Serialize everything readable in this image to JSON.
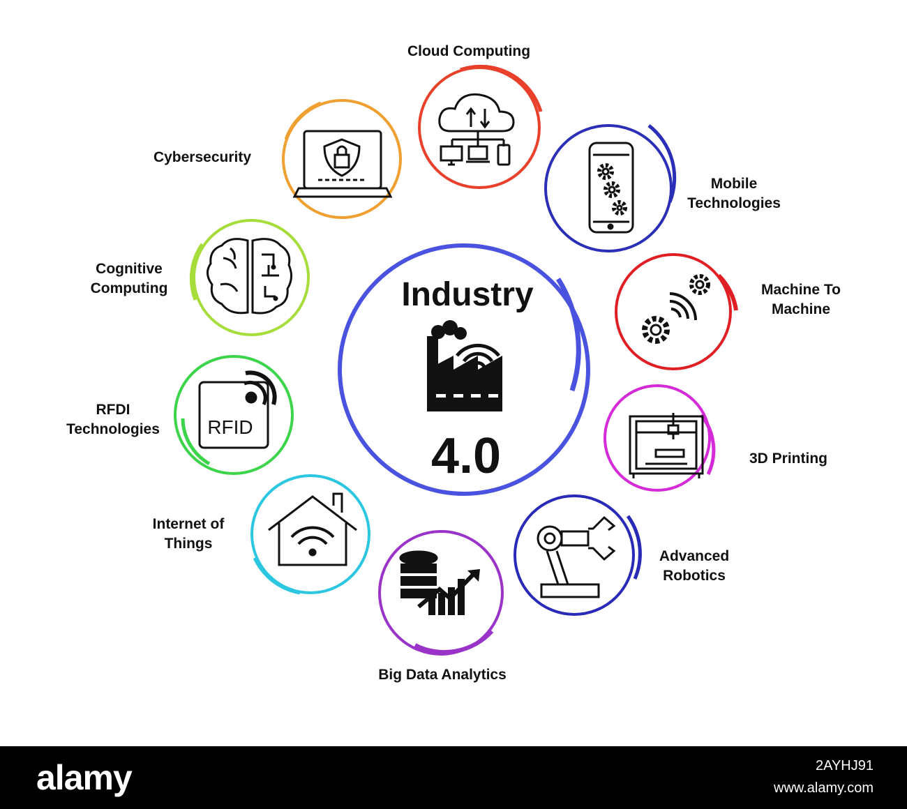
{
  "center": {
    "line1": "Industry",
    "line2": "4.0",
    "ring_color": "#4a52e0"
  },
  "nodes": [
    {
      "id": "cloud",
      "lines": [
        "Cloud Computing"
      ],
      "color": "#e8402b",
      "icon": "cloud-network-icon"
    },
    {
      "id": "mobile",
      "lines": [
        "Mobile",
        "Technologies"
      ],
      "color": "#2b2fb8",
      "icon": "smartphone-gears-icon"
    },
    {
      "id": "m2m",
      "lines": [
        "Machine To",
        "Machine"
      ],
      "color": "#e01f25",
      "icon": "gears-signal-icon"
    },
    {
      "id": "printing",
      "lines": [
        "3D Printing"
      ],
      "color": "#d42ad8",
      "icon": "3d-printer-icon"
    },
    {
      "id": "robotics",
      "lines": [
        "Advanced",
        "Robotics"
      ],
      "color": "#2a2ab8",
      "icon": "robot-arm-icon"
    },
    {
      "id": "bigdata",
      "lines": [
        "Big Data Analytics"
      ],
      "color": "#9a34c8",
      "icon": "database-chart-icon"
    },
    {
      "id": "iot",
      "lines": [
        "Internet of",
        "Things"
      ],
      "color": "#2bc7e0",
      "icon": "smart-home-icon"
    },
    {
      "id": "rfid",
      "lines": [
        "RFDI",
        "Technologies"
      ],
      "color": "#3bd44a",
      "icon": "rfid-tag-icon",
      "icon_text": "RFID"
    },
    {
      "id": "cognitive",
      "lines": [
        "Cognitive",
        "Computing"
      ],
      "color": "#a6dd3a",
      "icon": "brain-circuit-icon"
    },
    {
      "id": "cyber",
      "lines": [
        "Cybersecurity"
      ],
      "color": "#f0a030",
      "icon": "laptop-shield-icon"
    }
  ],
  "footer": {
    "logo": "alamy",
    "image_id": "2AYHJ91",
    "site": "www.alamy.com"
  }
}
